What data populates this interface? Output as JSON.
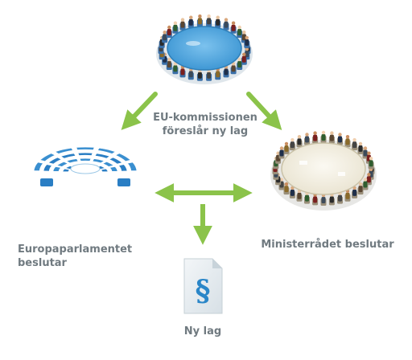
{
  "diagram": {
    "commission": {
      "line1": "EU-kommissionen",
      "line2": "föreslår ny lag",
      "image": "commission-round-table"
    },
    "parliament": {
      "line1": "Europaparlamentet",
      "line2": "beslutar",
      "image": "parliament-hemicycle"
    },
    "council": {
      "line1": "Ministerrådet beslutar",
      "image": "council-round-table"
    },
    "new_law": {
      "label": "Ny lag",
      "image": "law-document-paragraph-icon",
      "symbol": "§"
    },
    "colors": {
      "arrow": "#8bc34a",
      "label": "#707a80",
      "commission_table": "#4fa8e0",
      "parliament_seats": "#2a7ec4",
      "council_table": "#f4f0e4",
      "document": "#e4ebf0",
      "paragraph_symbol": "#2a86c8"
    }
  }
}
